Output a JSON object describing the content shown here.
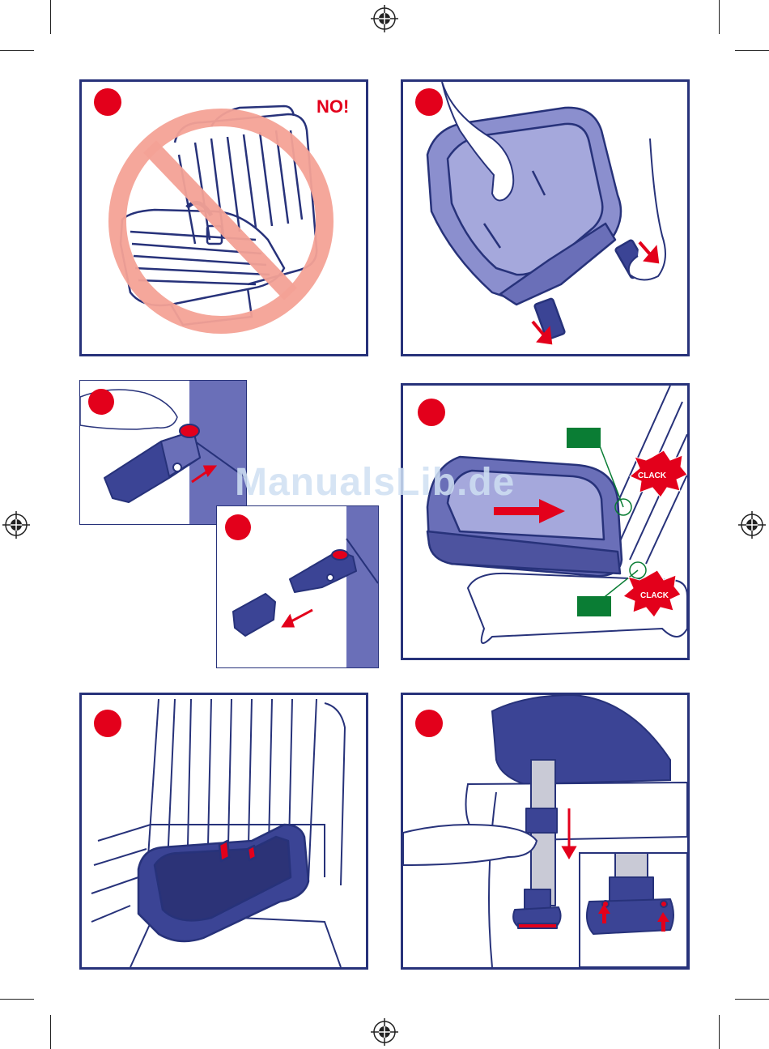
{
  "panel1": {
    "warning_text": "NO!"
  },
  "panel4": {
    "click_text_top": "CLACK",
    "click_text_bottom": "CLACK"
  },
  "watermark": "ManualsLib.de",
  "colors": {
    "frame_blue": "#27327a",
    "step_red": "#e3001b",
    "product_blue": "#6a6fb8",
    "prohibition_pink": "#f4a296",
    "indicator_green": "#0a7d34"
  },
  "icons": [
    "registration-mark-icon",
    "prohibition-icon",
    "arrow-icon"
  ]
}
